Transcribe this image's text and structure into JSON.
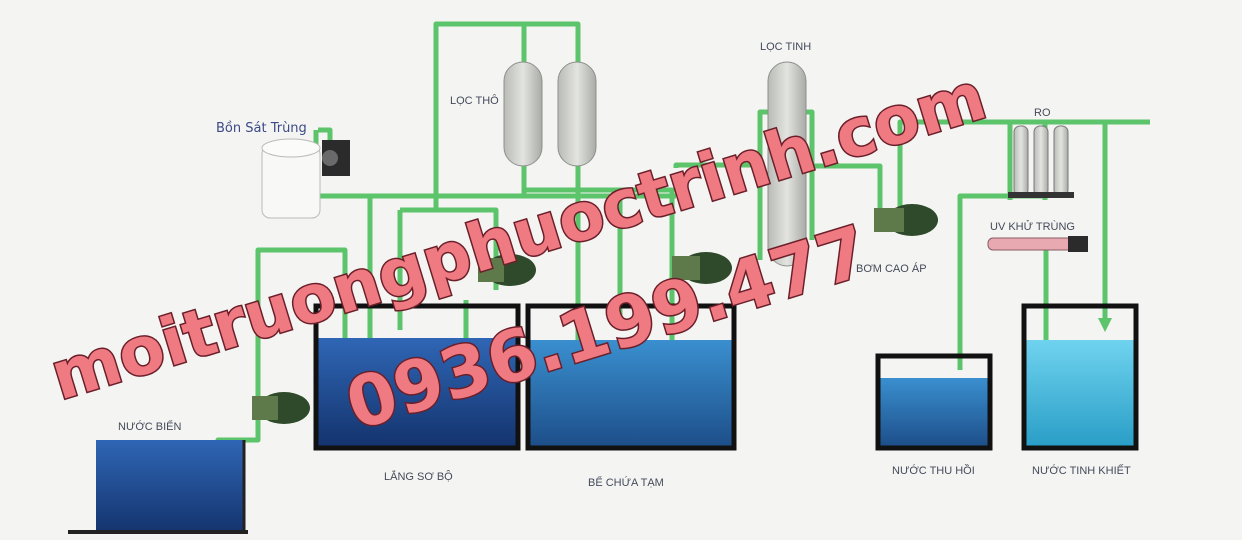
{
  "labels": {
    "coarse_filter": "LỌC THÔ",
    "fine_filter": "LỌC TINH",
    "disinfect_tank": "Bồn Sát Trùng",
    "sea_water": "NƯỚC BIỂN",
    "settling": "LẮNG SƠ BỘ",
    "temp_tank": "BỂ CHỨA TẠM",
    "high_pressure_pump": "BƠM CAO ÁP",
    "uv": "UV KHỬ TRÙNG",
    "recovered_water": "NƯỚC THU HỒI",
    "pure_water": "NƯỚC TINH KHIẾT",
    "ro": "RO"
  },
  "watermark": {
    "site": "moitruongphuoctrinh.com",
    "phone": "0936.199.477"
  },
  "colors": {
    "pipe": "#5cc46a",
    "water_deep": "#1f4f9a",
    "water_light": "#3fa7d8",
    "watermark_fill": "#f07a82",
    "watermark_stroke": "#6b1f2a"
  }
}
